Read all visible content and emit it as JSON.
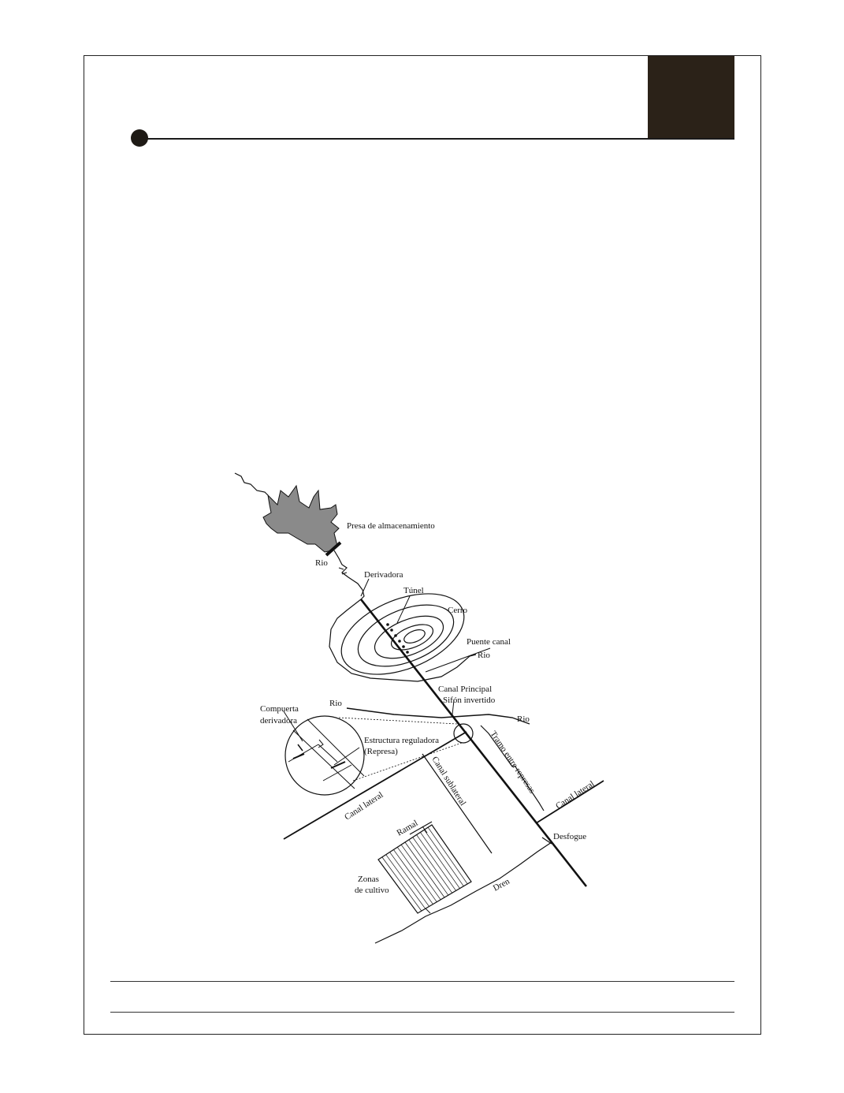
{
  "colors": {
    "frame": "#222222",
    "corner_block": "#2b2218",
    "header_rule": "#1a1a1a",
    "header_dot": "#1e1a15",
    "reservoir_fill": "#8a8a8a",
    "line": "#111111"
  },
  "diagram": {
    "labels": {
      "presa": "Presa de almacenamiento",
      "rio_1": "Rio",
      "derivadora": "Derivadora",
      "tunel": "Túnel",
      "cerro": "Cerro",
      "puente_canal": "Puente canal",
      "rio_2": "Rio",
      "canal_principal": "Canal Principal",
      "sifon": "Sifón invertido",
      "rio_3": "Rio",
      "rio_4": "Rio",
      "compuerta_1": "Compuerta",
      "compuerta_2": "derivadora",
      "estructura_1": "Estructura reguladora",
      "estructura_2": "(Represa)",
      "tramo": "Tramo entre represas",
      "canal_sublateral": "Canal sublateral",
      "canal_lateral_1": "Canal lateral",
      "canal_lateral_2": "Canal lateral",
      "ramal": "Ramal",
      "desfogue": "Desfogue",
      "zonas_1": "Zonas",
      "zonas_2": "de cultivo",
      "dren": "Dren"
    }
  }
}
